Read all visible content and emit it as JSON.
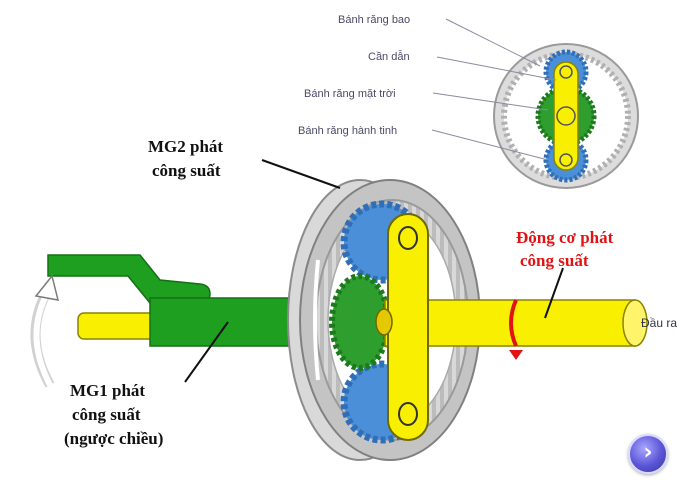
{
  "labels": {
    "ring_gear": "Bánh răng bao",
    "carrier": "Cần dẫn",
    "sun_gear": "Bánh răng mặt trời",
    "planet_gear": "Bánh răng hành tinh",
    "mg2_line1": "MG2 phát",
    "mg2_line2": "công suất",
    "engine_line1": "Động cơ phát",
    "engine_line2": "công suất",
    "mg1_line1": "MG1 phát",
    "mg1_line2": "công suất",
    "mg1_line3": "(ngược chiều)",
    "output": "Đầu ra"
  },
  "next_button": {
    "glyph": "›",
    "icon": "chevron-right-icon"
  },
  "colors": {
    "ring_gear": "#c8c8c8",
    "sun_gear": "#2e9e2e",
    "planet_gear": "#4a8fd8",
    "carrier": "#f8f000",
    "mg1_shaft": "#1f9f1f",
    "engine_arrow": "#e01414"
  }
}
